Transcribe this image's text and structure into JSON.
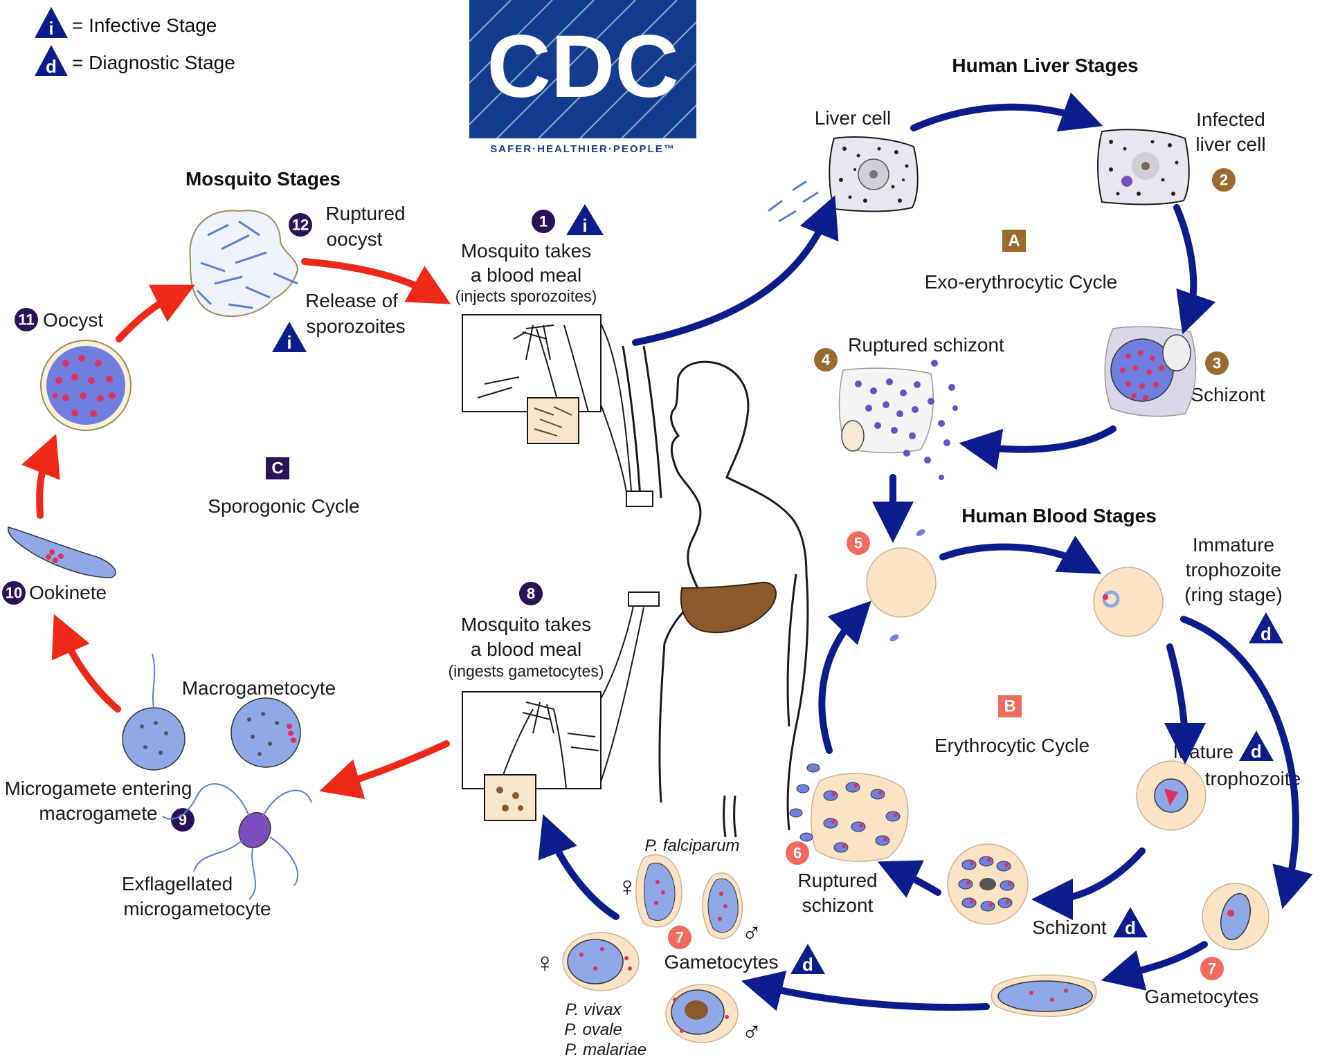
{
  "legend": {
    "infective_symbol": "i",
    "infective": "= Infective Stage",
    "diagnostic_symbol": "d",
    "diagnostic": "= Diagnostic Stage"
  },
  "logo": {
    "text": "CDC",
    "tagline": "SAFER·HEALTHIER·PEOPLE™"
  },
  "headers": {
    "mosquito": "Mosquito Stages",
    "liver": "Human Liver Stages",
    "blood": "Human Blood Stages"
  },
  "cycles": {
    "a": {
      "letter": "A",
      "name": "Exo-erythrocytic Cycle"
    },
    "b": {
      "letter": "B",
      "name": "Erythrocytic Cycle"
    },
    "c": {
      "letter": "C",
      "name": "Sporogonic Cycle"
    }
  },
  "stages": {
    "s1": {
      "num": "1",
      "line1": "Mosquito takes",
      "line2": "a blood meal",
      "note": "(injects sporozoites)"
    },
    "s2": {
      "num": "2",
      "line1": "Infected",
      "line2": "liver cell"
    },
    "s3": {
      "num": "3",
      "label": "Schizont"
    },
    "s4": {
      "num": "4",
      "label": "Ruptured schizont"
    },
    "s5": {
      "num": "5"
    },
    "s6": {
      "num": "6",
      "line1": "Ruptured",
      "line2": "schizont"
    },
    "s7": {
      "num": "7",
      "label": "Gametocytes"
    },
    "s8": {
      "num": "8",
      "line1": "Mosquito takes",
      "line2": "a blood meal",
      "note": "(ingests gametocytes)"
    },
    "s9": {
      "num": "9",
      "line1": "Microgamete entering",
      "line2": "macrogamete"
    },
    "s10": {
      "num": "10",
      "label": "Ookinete"
    },
    "s11": {
      "num": "11",
      "label": "Oocyst"
    },
    "s12": {
      "num": "12",
      "line1": "Ruptured",
      "line2": "oocyst"
    }
  },
  "labels": {
    "liver_cell": "Liver cell",
    "release_line1": "Release of",
    "release_line2": "sporozoites",
    "immature_line1": "Immature",
    "immature_line2": "trophozoite",
    "immature_line3": "(ring stage)",
    "mature_line1": "Mature",
    "mature_line2": "trophozoite",
    "schizont_blood": "Schizont",
    "gametocytes_right": "Gametocytes",
    "macrogametocyte": "Macrogametocyte",
    "exflag_line1": "Exflagellated",
    "exflag_line2": "microgametocyte",
    "falciparum": "P. falciparum",
    "vivax": "P. vivax",
    "ovale": "P. ovale",
    "malariae": "P. malariae",
    "female": "♀",
    "male": "♂"
  },
  "colors": {
    "navy": "#0b1d8c",
    "red_arrow": "#f02818",
    "num_purple": "#2a1259",
    "num_brown": "#9a6a2e",
    "num_salmon": "#f06a5e",
    "rbc": "#fbe3c4",
    "parasite_blue": "#8fa8e8",
    "liver_brown": "#8a5a2b"
  }
}
